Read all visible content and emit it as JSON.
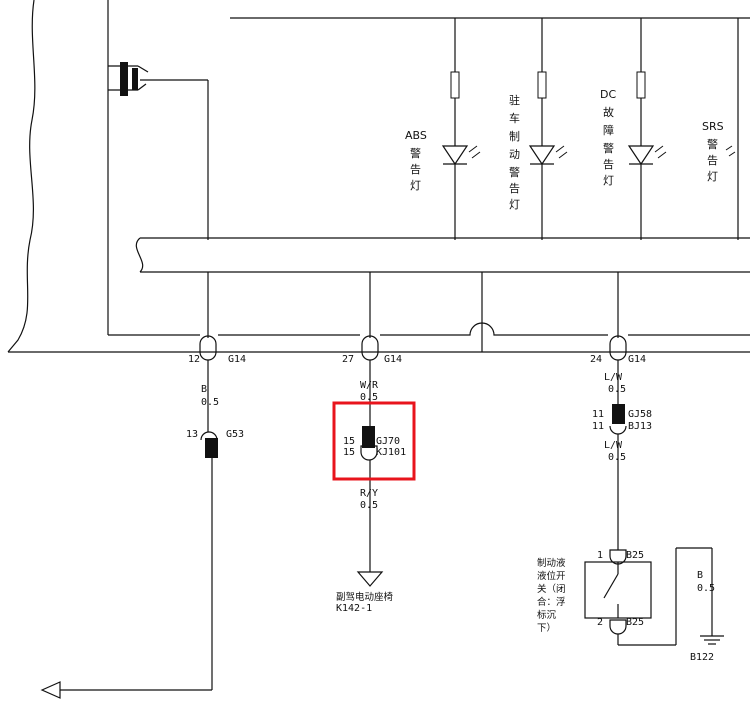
{
  "lamps": {
    "abs": {
      "label": [
        "ABS",
        "警",
        "告",
        "灯"
      ]
    },
    "parking": {
      "label": [
        "驻",
        "车",
        "制",
        "动",
        "警",
        "告",
        "灯"
      ]
    },
    "dc": {
      "label": [
        "DC",
        "故",
        "障",
        "警",
        "告",
        "灯"
      ]
    },
    "srs": {
      "label": [
        "SRS",
        "警",
        "告",
        "灯"
      ]
    }
  },
  "wire_left": {
    "pin_top": "12",
    "conn_top": "G14",
    "wire_color": "B",
    "wire_size": "0.5",
    "pin_mid": "13",
    "conn_mid": "G53"
  },
  "wire_mid": {
    "pin_top": "27",
    "conn_top": "G14",
    "wire_color_top": "W/R",
    "wire_size_top": "0.5",
    "pin_a": "15",
    "conn_a": "GJ70",
    "pin_b": "15",
    "conn_b": "KJ101",
    "wire_color_bottom": "R/Y",
    "wire_size_bottom": "0.5",
    "dest_label": "副驾电动座椅",
    "dest_code": "K142-1",
    "highlight_color": "#e8141c"
  },
  "wire_right": {
    "pin_top": "24",
    "conn_top": "G14",
    "wire_color_top": "L/W",
    "wire_size_top": "0.5",
    "pin_a": "11",
    "conn_a": "GJ58",
    "pin_b": "11",
    "conn_b": "BJ13",
    "wire_color_mid": "L/W",
    "wire_size_mid": "0.5",
    "switch_pin_top": "1",
    "switch_conn_top": "B25",
    "switch_pin_bottom": "2",
    "switch_conn_bottom": "B25",
    "switch_label": [
      "制动液",
      "液位开",
      "关（闭",
      "合：浮",
      "标沉",
      "下）"
    ],
    "ground_wire_color": "B",
    "ground_wire_size": "0.5",
    "ground_code": "B122"
  }
}
